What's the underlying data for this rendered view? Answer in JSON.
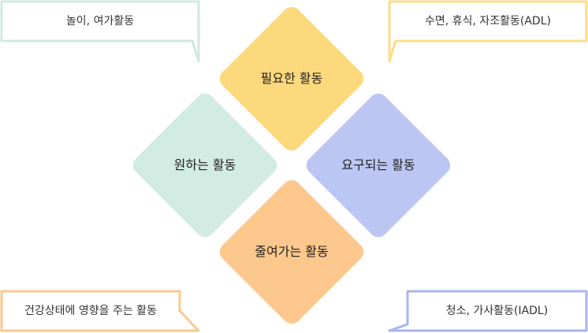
{
  "diamonds": {
    "top": {
      "label": "필요한 활동",
      "color": "#fdd97e"
    },
    "left": {
      "label": "원하는 활동",
      "color": "#d2ebe3"
    },
    "right": {
      "label": "요구되는 활동",
      "color": "#bcc6f3"
    },
    "bottom": {
      "label": "줄여가는 활동",
      "color": "#fdc88d"
    }
  },
  "callouts": {
    "top_left": {
      "text": "놀이, 여가활동",
      "color": "#cfe9e0"
    },
    "top_right": {
      "text": "수면, 휴식, 자조활동(ADL)",
      "color": "#fddc88"
    },
    "bottom_left": {
      "text": "건강상태에 영향을 주는 활동",
      "color": "#fdc88d"
    },
    "bottom_right": {
      "text": "청소, 가사활동(IADL)",
      "color": "#aab5ef"
    }
  }
}
